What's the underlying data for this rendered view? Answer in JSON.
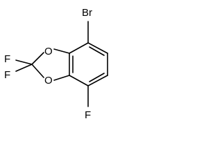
{
  "molecule": {
    "atoms": {
      "br": "Br",
      "o_top": "O",
      "o_bottom": "O",
      "f_gem_upper": "F",
      "f_gem_lower": "F",
      "f_aryl": "F"
    }
  }
}
